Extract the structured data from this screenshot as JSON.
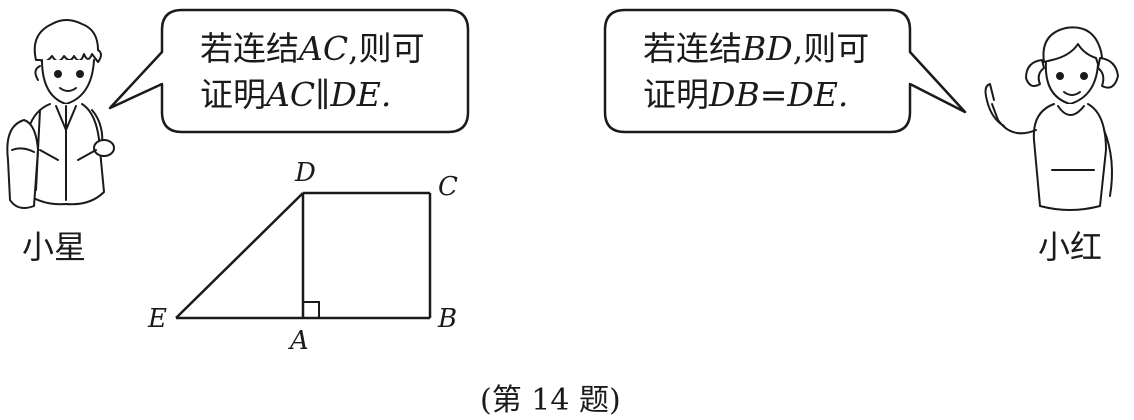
{
  "left_speaker": {
    "name": "小星",
    "bubble": {
      "line1_prefix": "若连结",
      "line1_math": "AC",
      "line1_suffix": ",则可",
      "line2_prefix": "证明",
      "line2_math": "AC∥DE."
    }
  },
  "right_speaker": {
    "name": "小红",
    "bubble": {
      "line1_prefix": "若连结",
      "line1_math": "BD",
      "line1_suffix": ",则可",
      "line2_prefix": "证明",
      "line2_math": "DB=DE."
    }
  },
  "figure": {
    "points": {
      "A": "A",
      "B": "B",
      "C": "C",
      "D": "D",
      "E": "E"
    }
  },
  "caption": "(第 14 题)"
}
